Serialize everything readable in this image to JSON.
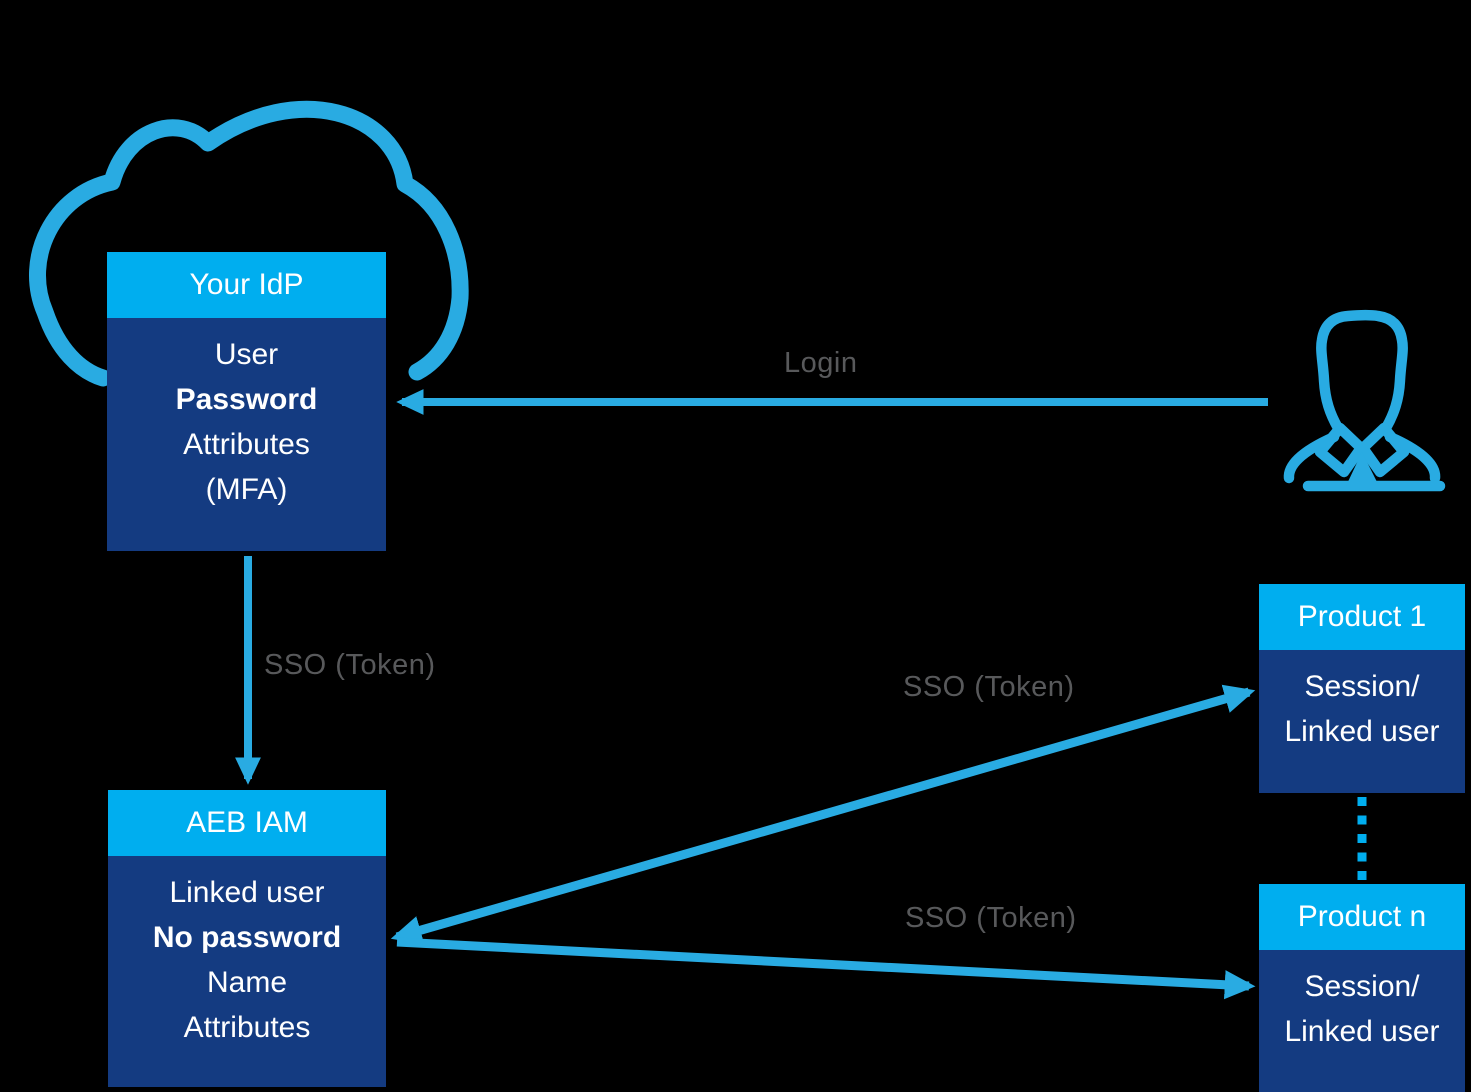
{
  "diagram": {
    "title": "SSO architecture diagram",
    "background": "#000000",
    "colors": {
      "header_blue": "#00AEEF",
      "body_navy": "#143B81",
      "outline_blue": "#29ABE2",
      "label_gray": "#58595B",
      "text_white": "#FFFFFF"
    },
    "boxes": {
      "your_idp": {
        "title": "Your IdP",
        "lines": [
          "User",
          "Password",
          "Attributes",
          "(MFA)"
        ]
      },
      "aeb_iam": {
        "title": "AEB IAM",
        "lines": [
          "Linked user",
          "No password",
          "Name",
          "Attributes"
        ]
      },
      "product_1": {
        "title": "Product 1",
        "lines": [
          "Session/",
          "Linked user"
        ]
      },
      "product_n": {
        "title": "Product n",
        "lines": [
          "Session/",
          "Linked user"
        ]
      }
    },
    "labels": {
      "login": "Login",
      "sso_idp_to_iam": "SSO (Token)",
      "sso_iam_to_product1": "SSO (Token)",
      "sso_iam_to_productn": "SSO (Token)"
    },
    "icons": {
      "cloud": "cloud-icon",
      "user": "user-icon"
    }
  }
}
